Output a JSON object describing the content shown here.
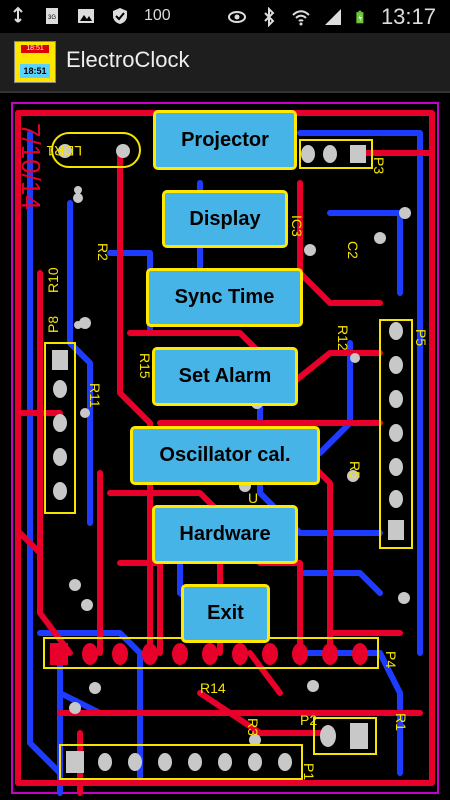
{
  "status_bar": {
    "battery_level": "100",
    "time": "13:17",
    "icons": [
      "usb-icon",
      "sim-icon",
      "image-icon",
      "shield-icon",
      "eye-icon",
      "bluetooth-icon",
      "wifi-icon",
      "signal-icon",
      "battery-icon"
    ]
  },
  "app": {
    "title": "ElectroClock",
    "icon_top_text": "18:51",
    "icon_bottom_text": "18:51"
  },
  "menu": {
    "projector": "Projector",
    "display": "Display",
    "sync_time": "Sync Time",
    "set_alarm": "Set Alarm",
    "oscillator": "Oscillator cal.",
    "hardware": "Hardware",
    "exit": "Exit"
  },
  "board_labels": {
    "date": "7/10/14",
    "ldr": "LDR1",
    "p3": "P3",
    "p5": "P5",
    "p8": "P8",
    "p4": "P4",
    "p2": "P2",
    "p1": "P1",
    "r2": "R2",
    "r10": "R10",
    "r11": "R11",
    "r15": "R15",
    "r12": "R12",
    "r5": "R5",
    "r14": "R14",
    "r1": "R1",
    "r3": "R3",
    "ic3": "IC3",
    "c2": "C2",
    "u": "U"
  },
  "colors": {
    "trace_red": "#e8002a",
    "trace_blue": "#1d3cff",
    "silkscreen": "#f5e400",
    "button_fill": "#46b4e6",
    "button_border": "#ffe900",
    "pad": "#c8c8c8"
  }
}
